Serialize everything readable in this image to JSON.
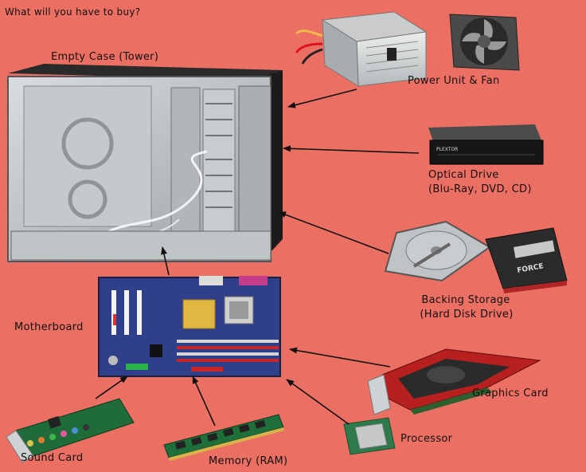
{
  "title": "What will you have to buy?",
  "labels": {
    "case": "Empty Case (Tower)",
    "power": "Power Unit & Fan",
    "optical_line1": "Optical Drive",
    "optical_line2": "(Blu-Ray, DVD, CD)",
    "storage_line1": "Backing  Storage",
    "storage_line2": "(Hard Disk Drive)",
    "motherboard": "Motherboard",
    "graphics": "Graphics Card",
    "processor": "Processor",
    "sound": "Sound Card",
    "memory": "Memory (RAM)"
  },
  "device_text": {
    "optical_brand": "PLEXTOR",
    "ssd_brand": "FORCE"
  },
  "colors": {
    "background": "#ec6f63",
    "arrow": "#111111",
    "text": "#111111"
  }
}
